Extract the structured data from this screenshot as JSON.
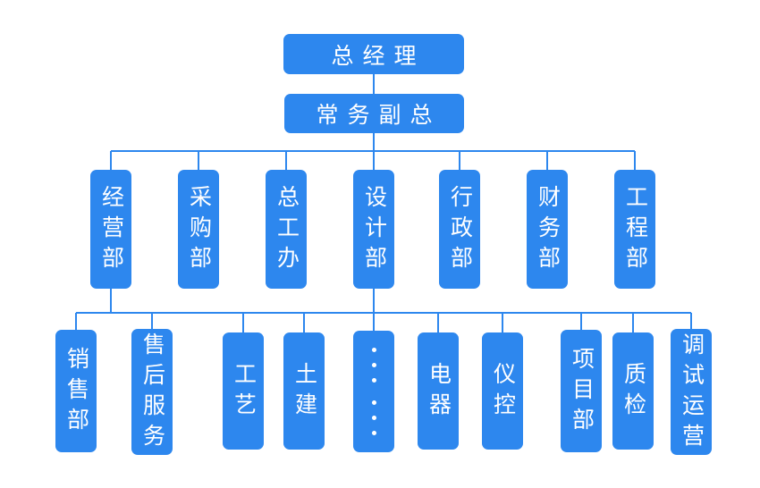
{
  "chart_title": "",
  "theme": {
    "node_fill": "#2d87ee",
    "node_text": "#ffffff",
    "connector": "#2d87ee",
    "background": "#ffffff"
  },
  "org": {
    "level1": [
      {
        "id": "gm",
        "label": "总经理"
      }
    ],
    "level2": [
      {
        "id": "evp",
        "label": "常务副总"
      }
    ],
    "level3": [
      {
        "id": "d1",
        "label": "经营部"
      },
      {
        "id": "d2",
        "label": "采购部"
      },
      {
        "id": "d3",
        "label": "总工办"
      },
      {
        "id": "d4",
        "label": "设计部"
      },
      {
        "id": "d5",
        "label": "行政部"
      },
      {
        "id": "d6",
        "label": "财务部"
      },
      {
        "id": "d7",
        "label": "工程部"
      }
    ],
    "level4": [
      {
        "id": "s1",
        "label": "销售部"
      },
      {
        "id": "s2",
        "label": "售后服务"
      },
      {
        "id": "s3",
        "label": "工艺"
      },
      {
        "id": "s4",
        "label": "土建"
      },
      {
        "id": "s5",
        "label": "",
        "kind": "ellipsis"
      },
      {
        "id": "s6",
        "label": "电器"
      },
      {
        "id": "s7",
        "label": "仪控"
      },
      {
        "id": "s8",
        "label": "项目部"
      },
      {
        "id": "s9",
        "label": "质检"
      },
      {
        "id": "s10",
        "label": "调试运营"
      }
    ]
  }
}
